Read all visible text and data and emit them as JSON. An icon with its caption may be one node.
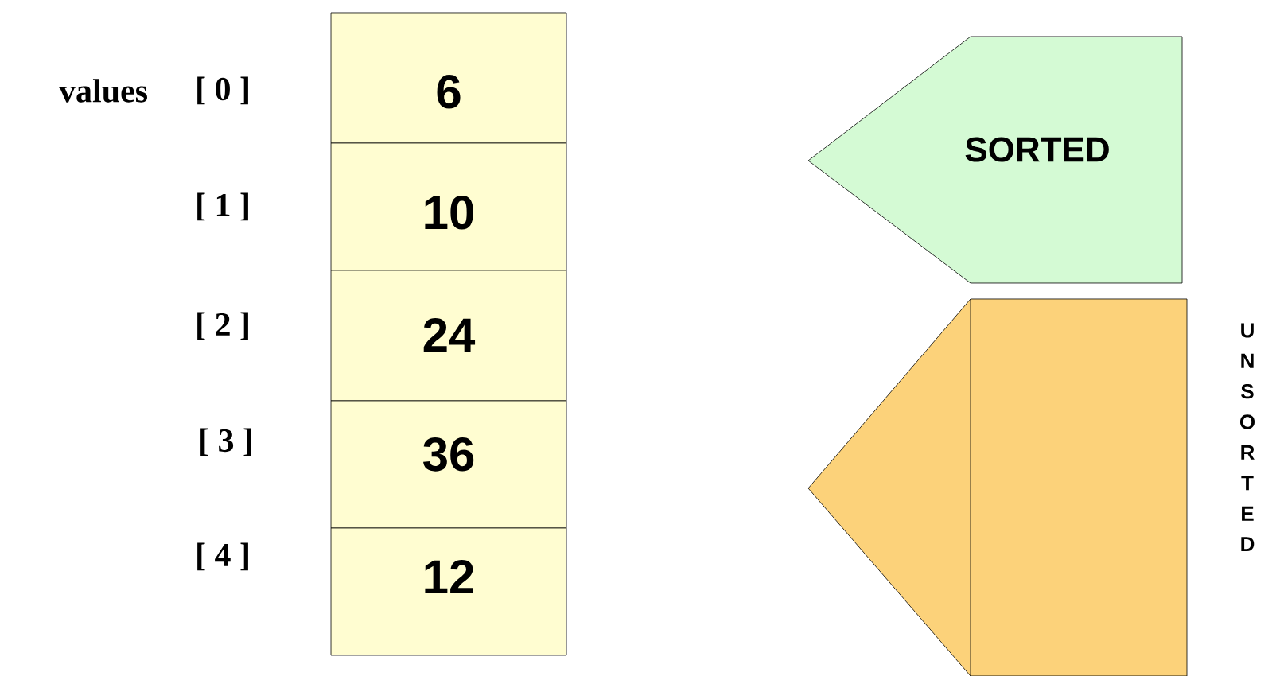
{
  "diagram": {
    "nodes": [
      {
        "text": [
          "6"
        ],
        "beside": [
          "values",
          "[ 0 ]"
        ]
      },
      {
        "text": [
          "10"
        ],
        "beside": [
          "[ 1 ]"
        ]
      },
      {
        "text": [
          "24"
        ],
        "beside": [
          "[ 2 ]"
        ]
      },
      {
        "text": [
          "36"
        ],
        "beside": [
          "[ 3 ]"
        ]
      },
      {
        "text": [
          "12"
        ],
        "beside": [
          "[ 4 ]"
        ]
      },
      {
        "text": [
          "SORTED"
        ]
      },
      {
        "text": [
          "UNSORTED"
        ]
      }
    ]
  }
}
